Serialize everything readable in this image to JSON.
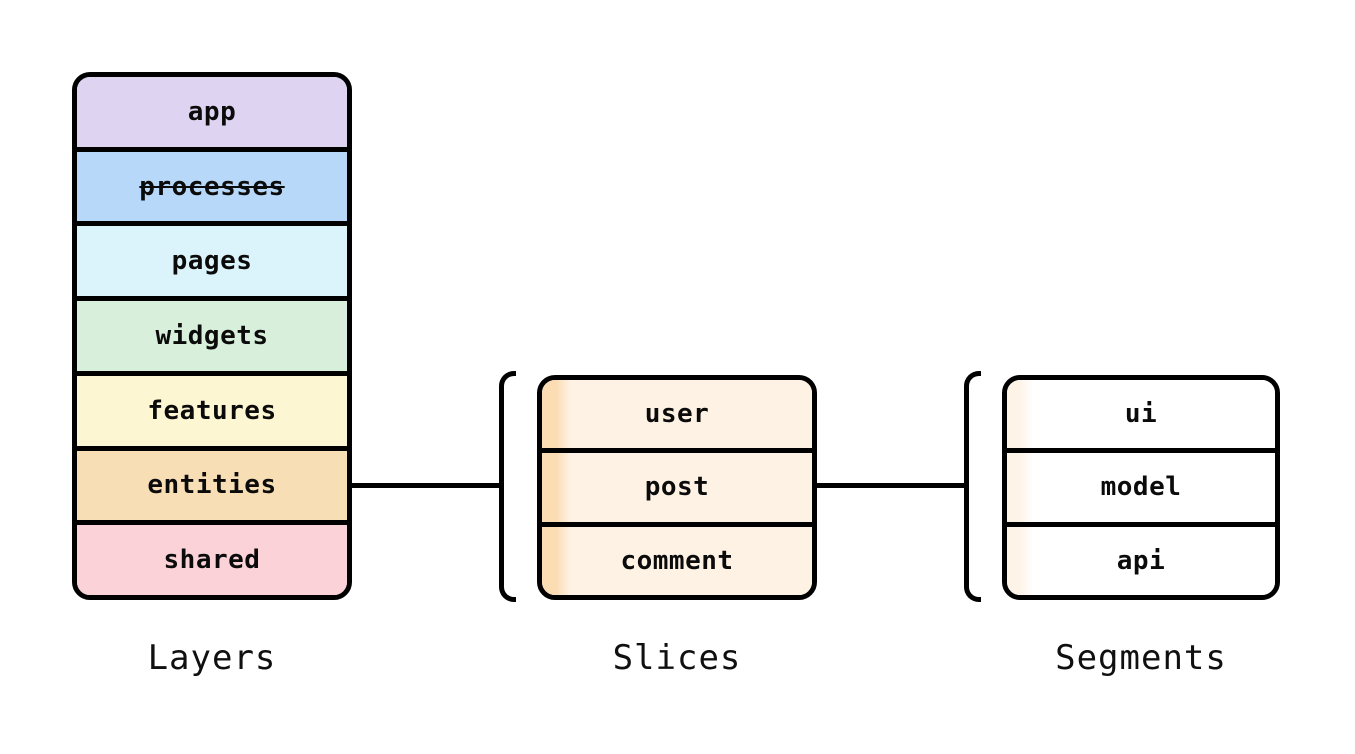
{
  "layers": {
    "caption": "Layers",
    "rows": [
      {
        "label": "app",
        "fill": "#ded4f1",
        "deprecated": false
      },
      {
        "label": "processes",
        "fill": "#b7d8f8",
        "deprecated": true
      },
      {
        "label": "pages",
        "fill": "#dbf4fb",
        "deprecated": false
      },
      {
        "label": "widgets",
        "fill": "#d8f0db",
        "deprecated": false
      },
      {
        "label": "features",
        "fill": "#fdf6d3",
        "deprecated": false
      },
      {
        "label": "entities",
        "fill": "#f8deb5",
        "deprecated": false
      },
      {
        "label": "shared",
        "fill": "#fbd2d7",
        "deprecated": false
      }
    ]
  },
  "slices": {
    "caption": "Slices",
    "strip_color": "#fbdcb3",
    "fill_color": "#fdf2e4",
    "rows": [
      {
        "label": "user"
      },
      {
        "label": "post"
      },
      {
        "label": "comment"
      }
    ]
  },
  "segments": {
    "caption": "Segments",
    "strip_color": "#fdf3e7",
    "fill_color": "#ffffff",
    "rows": [
      {
        "label": "ui"
      },
      {
        "label": "model"
      },
      {
        "label": "api"
      }
    ]
  },
  "colors": {
    "border": "#000000",
    "background": "#ffffff",
    "text": "#101010"
  }
}
